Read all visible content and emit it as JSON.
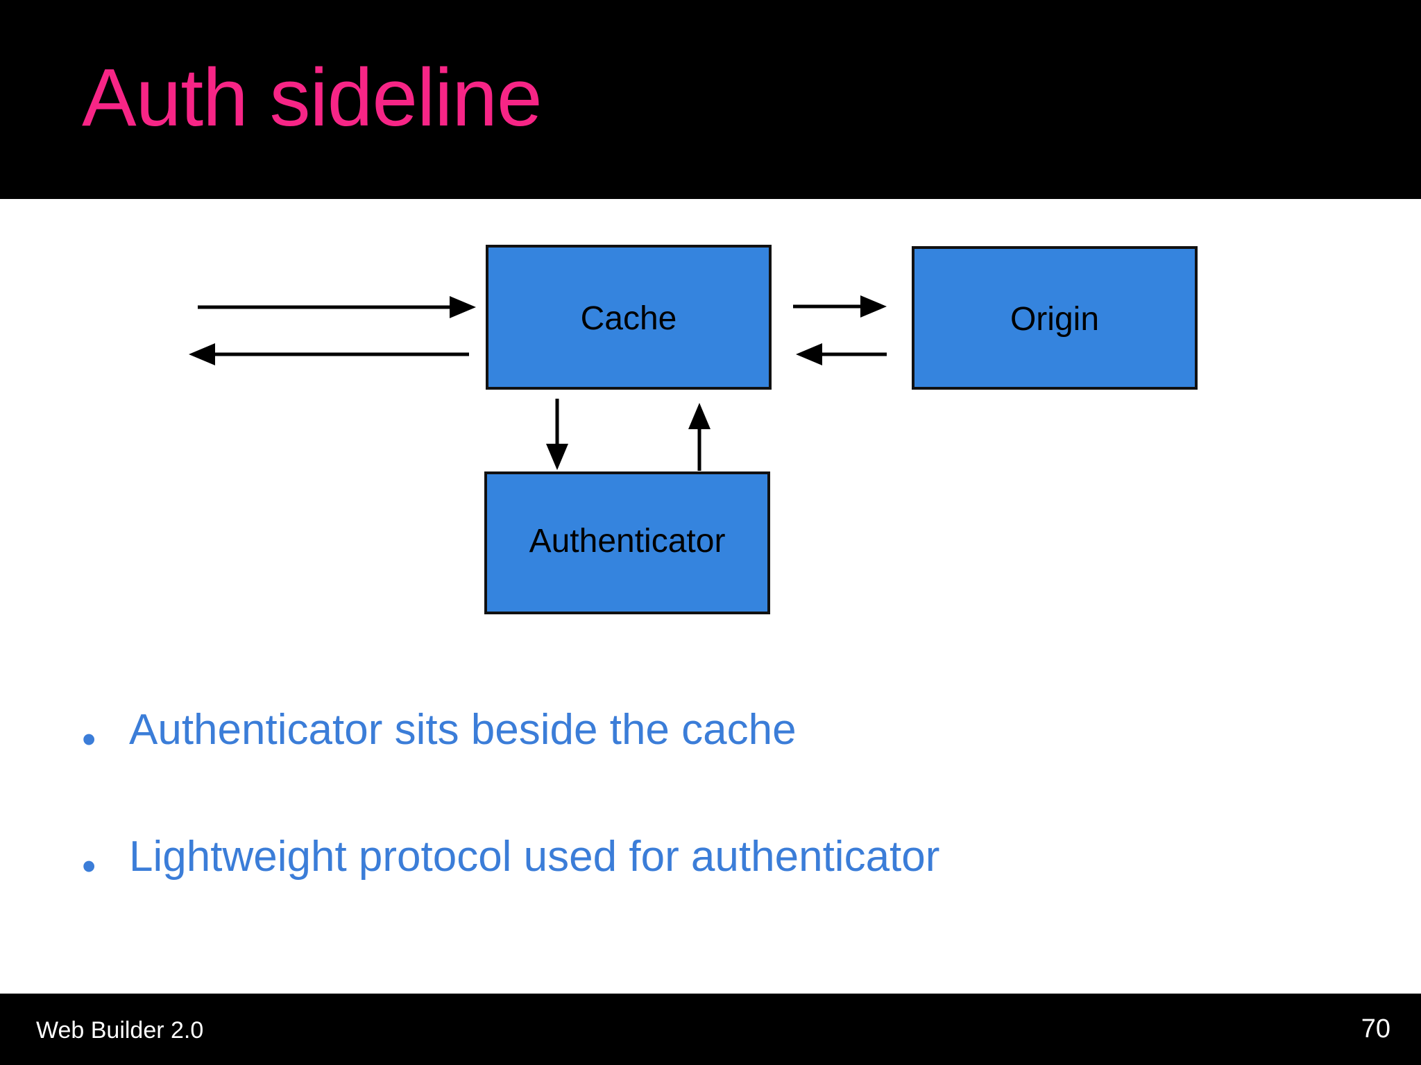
{
  "slide": {
    "title": "Auth sideline",
    "title_color": "#F72586",
    "background_color": "#FFFFFF",
    "band_color": "#000000"
  },
  "diagram": {
    "node_fill": "#3584DE",
    "node_stroke": "#111111",
    "nodes": [
      {
        "id": "cache",
        "label": "Cache"
      },
      {
        "id": "origin",
        "label": "Origin"
      },
      {
        "id": "authenticator",
        "label": "Authenticator"
      }
    ],
    "arrows": [
      {
        "id": "client-to-cache",
        "direction": "right",
        "from": "client",
        "to": "cache"
      },
      {
        "id": "cache-to-client",
        "direction": "left",
        "from": "cache",
        "to": "client"
      },
      {
        "id": "cache-to-origin",
        "direction": "right",
        "from": "cache",
        "to": "origin"
      },
      {
        "id": "origin-to-cache",
        "direction": "left",
        "from": "origin",
        "to": "cache"
      },
      {
        "id": "cache-to-authenticator",
        "direction": "down",
        "from": "cache",
        "to": "authenticator"
      },
      {
        "id": "authenticator-to-cache",
        "direction": "up",
        "from": "authenticator",
        "to": "cache"
      }
    ]
  },
  "bullets": {
    "marker": "•",
    "text_color": "#3B7DD8",
    "items": [
      "Authenticator sits beside the cache",
      "Lightweight protocol used for authenticator"
    ]
  },
  "footer": {
    "left_text": "Web Builder 2.0",
    "page_number": "70"
  }
}
